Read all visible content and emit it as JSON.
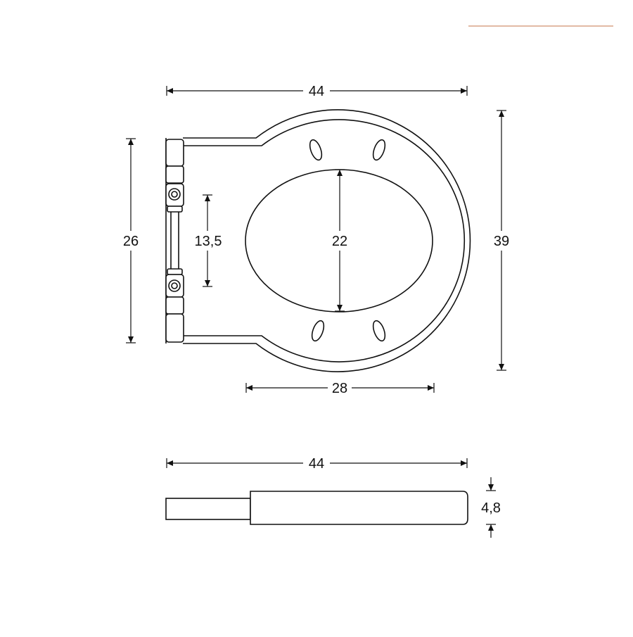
{
  "colors": {
    "line": "#111111",
    "accent_rule": "#d9a487",
    "background": "#ffffff"
  },
  "dimensions": {
    "top_width": "44",
    "overall_height": "39",
    "hinge_span": "26",
    "hinge_spacing": "13,5",
    "opening_height": "22",
    "opening_width": "28",
    "side_width": "44",
    "thickness": "4,8"
  }
}
